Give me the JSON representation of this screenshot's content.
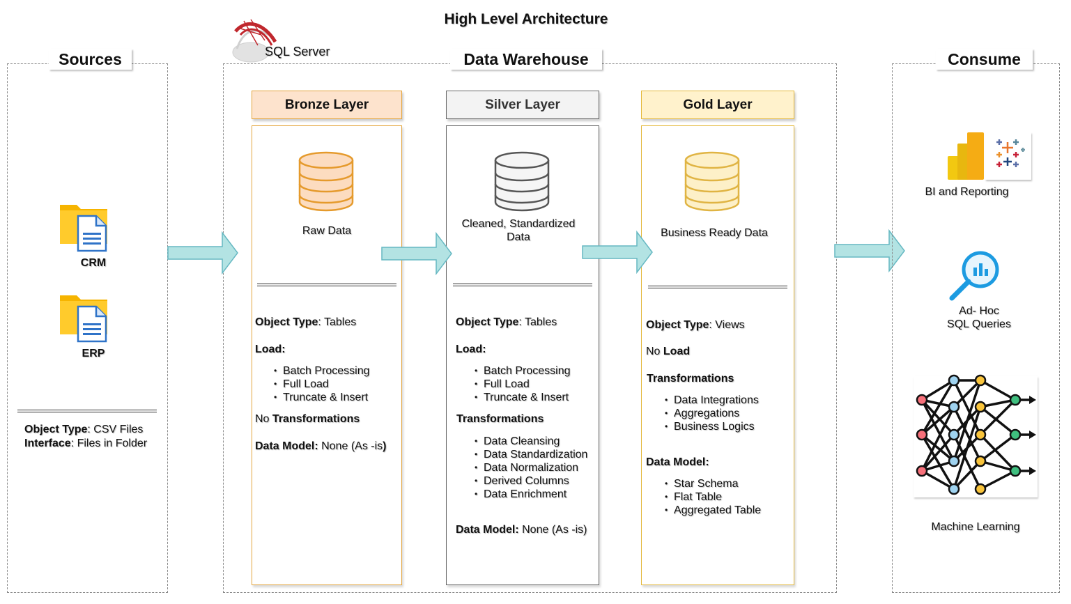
{
  "title": "High Level Architecture",
  "sql_server_label": "SQL Server",
  "sources": {
    "title": "Sources",
    "items": [
      {
        "label": "CRM",
        "icon": "folder-file-icon"
      },
      {
        "label": "ERP",
        "icon": "folder-file-icon"
      }
    ],
    "object_type_key": "Object Type",
    "object_type_value": ": CSV Files",
    "interface_key": "Interface",
    "interface_value": ": Files in Folder"
  },
  "warehouse": {
    "title": "Data Warehouse",
    "bronze": {
      "title": "Bronze Layer",
      "caption": "Raw Data",
      "object_type_key": "Object Type",
      "object_type_value": ": Tables",
      "load_label": "Load:",
      "load_items": [
        "Batch Processing",
        "Full Load",
        "Truncate & Insert"
      ],
      "transform_prefix": "No ",
      "transform_label": "Transformations",
      "model_label": "Data Model:",
      "model_value": " None (As -is",
      "model_suffix": ")",
      "color_head": "#fde3cd",
      "color_border": "#e4a53c",
      "color_db": "#fcdcc0"
    },
    "silver": {
      "title": "Silver Layer",
      "caption": "Cleaned, Standardized Data",
      "object_type_key": "Object Type",
      "object_type_value": ": Tables",
      "load_label": "Load:",
      "load_items": [
        "Batch Processing",
        "Full Load",
        "Truncate & Insert"
      ],
      "transform_label": "Transformations",
      "transform_items": [
        "Data Cleansing",
        "Data Standardization",
        "Data Normalization",
        "Derived Columns",
        "Data Enrichment"
      ],
      "model_label": "Data Model:",
      "model_value": " None (As -is)",
      "color_head": "#f3f3f3",
      "color_border": "#666666",
      "color_db": "#f5f5f5"
    },
    "gold": {
      "title": "Gold Layer",
      "caption": "Business Ready Data",
      "object_type_key": "Object Type",
      "object_type_value": ": Views",
      "load_prefix": "No ",
      "load_label": "Load",
      "transform_label": "Transformations",
      "transform_items": [
        "Data Integrations",
        "Aggregations",
        "Business Logics"
      ],
      "model_label": "Data Model:",
      "model_items": [
        "Star Schema",
        "Flat Table",
        "Aggregated Table"
      ],
      "color_head": "#fff2cc",
      "color_border": "#e4b93c",
      "color_db": "#fdf0c8"
    }
  },
  "consume": {
    "title": "Consume",
    "items": [
      {
        "label": "BI and Reporting",
        "icon": "bi-reporting-icon"
      },
      {
        "label_line1": "Ad- Hoc",
        "label_line2": "SQL Queries",
        "icon": "magnifier-chart-icon"
      },
      {
        "label": "Machine Learning",
        "icon": "neural-network-icon"
      }
    ]
  },
  "colors": {
    "arrow_fill": "#b3e3e3",
    "arrow_stroke": "#66b8c2",
    "sql_server_red": "#c0272d"
  }
}
